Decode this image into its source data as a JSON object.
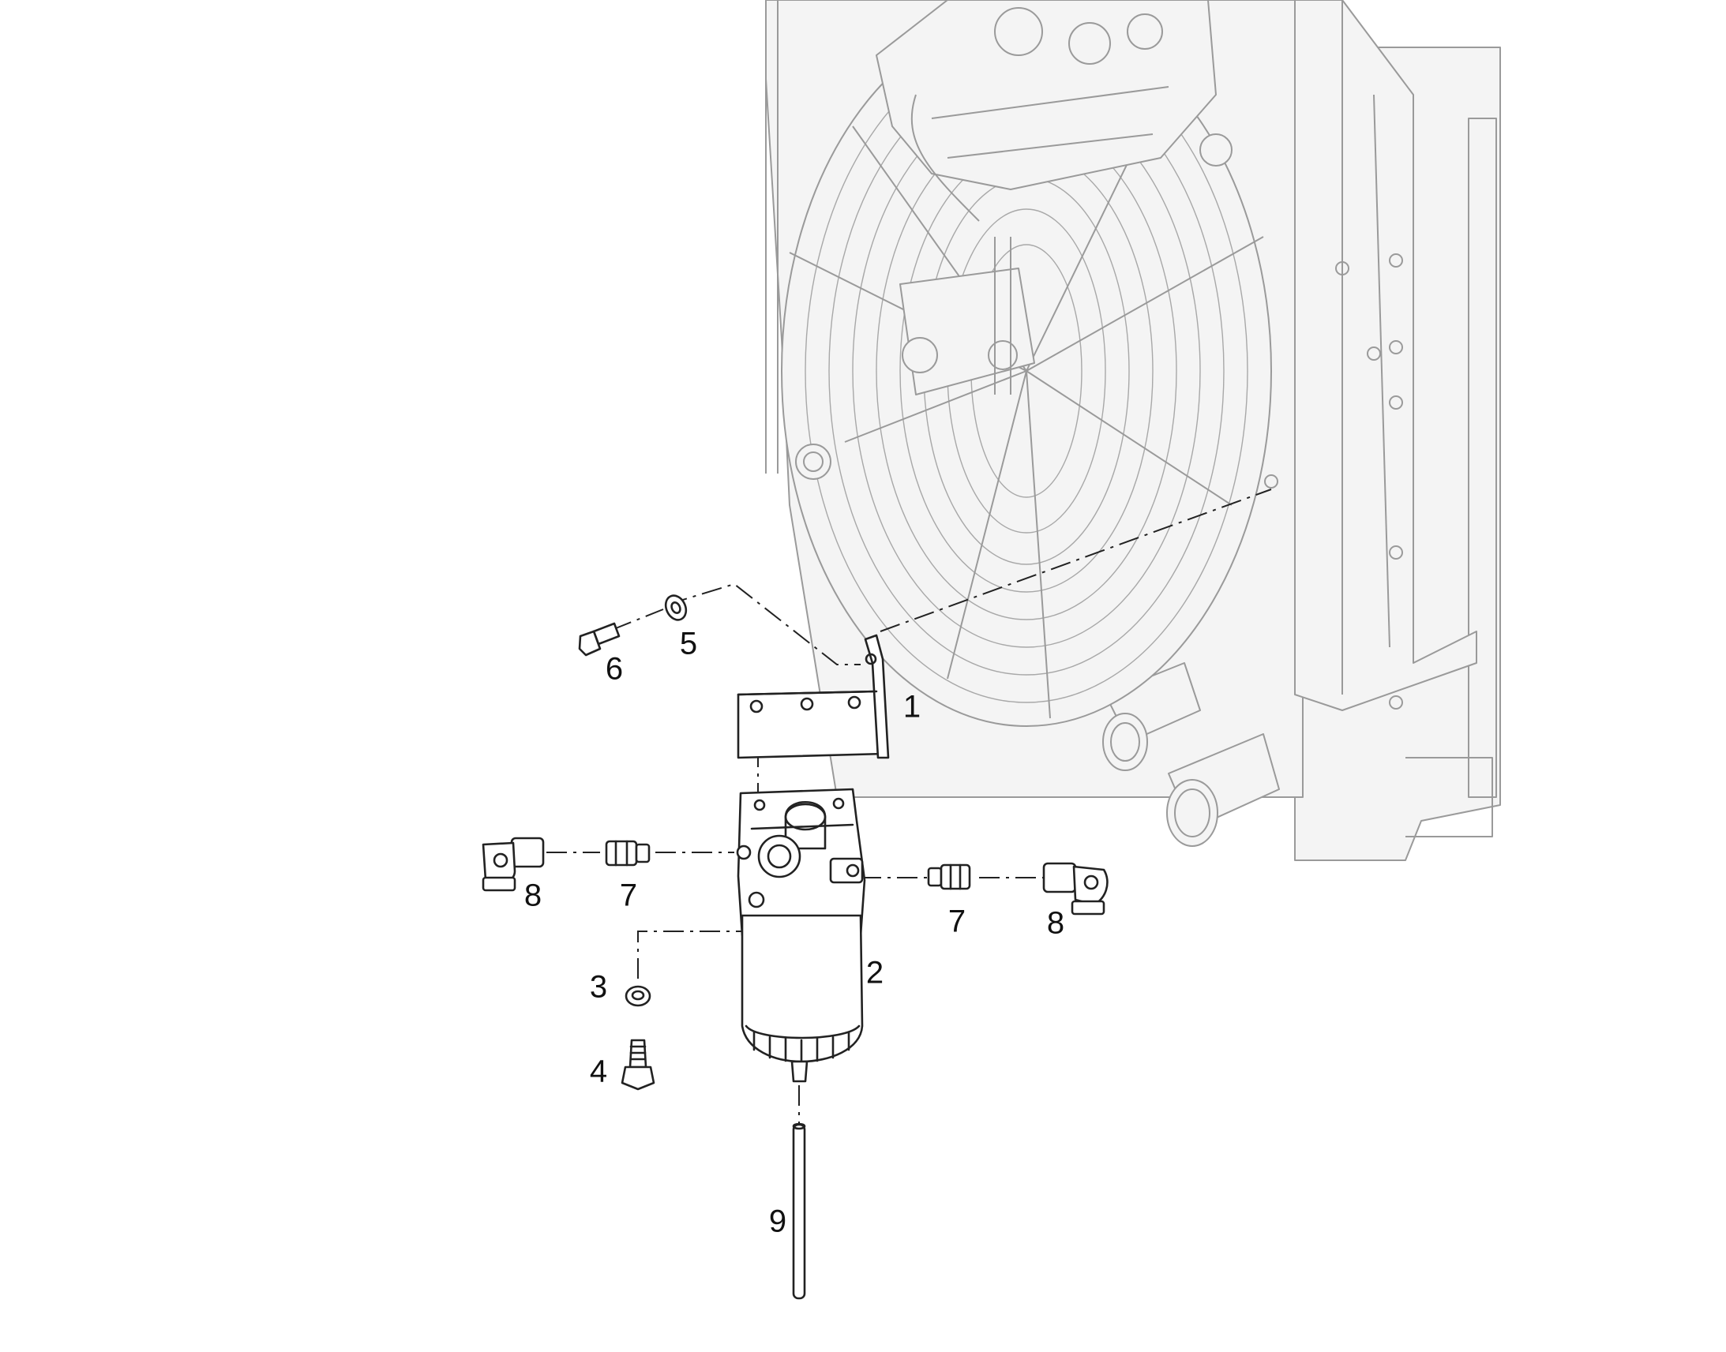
{
  "callouts": {
    "c1": "1",
    "c2": "2",
    "c3": "3",
    "c4": "4",
    "c5": "5",
    "c6": "6",
    "c7a": "7",
    "c7b": "7",
    "c8a": "8",
    "c8b": "8",
    "c9": "9"
  },
  "colors": {
    "line": "#222222",
    "background_assembly": "#9a9a9a",
    "background": "#ffffff"
  }
}
